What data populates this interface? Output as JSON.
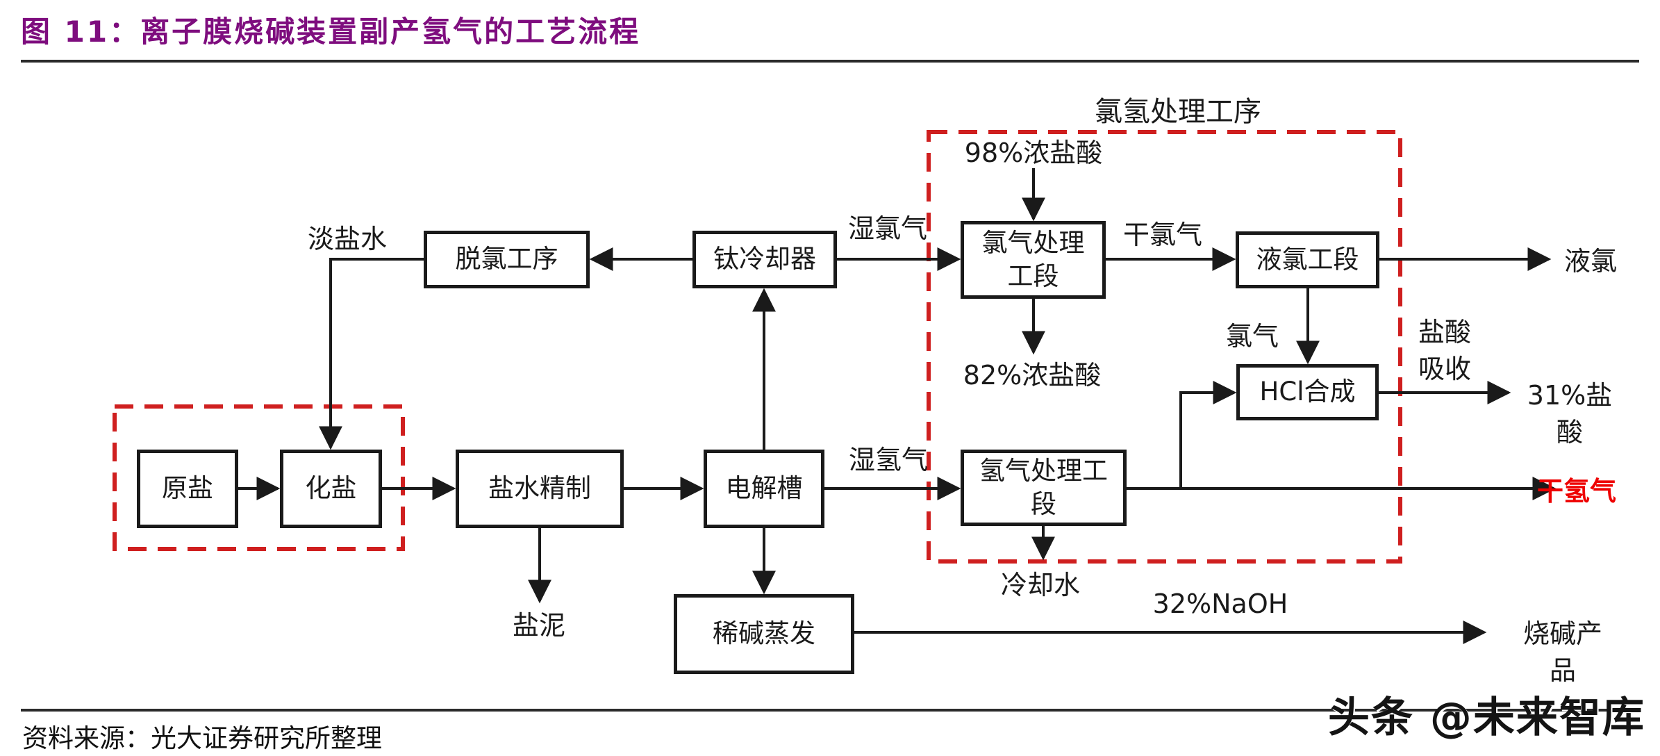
{
  "title": "图 11：离子膜烧碱装置副产氢气的工艺流程",
  "source": "资料来源：光大证券研究所整理",
  "watermark": "头条 @未来智库",
  "colors": {
    "title_purple": "#7E0D7E",
    "dashed_red": "#CF1F1F",
    "highlight_red": "#EE0000",
    "line_black": "#1A1A1A"
  },
  "diagram": {
    "region_label": "氯氢处理工序",
    "boxes": {
      "raw_salt": "原盐",
      "dissolve_salt": "化盐",
      "brine_refining": "盐水精制",
      "electrolyzer": "电解槽",
      "dechlorination": "脱氯工序",
      "ti_cooler": "钛冷却器",
      "cl2_treatment": "氯气处理\n工段",
      "liquid_cl2": "液氯工段",
      "hcl_synthesis": "HCl合成",
      "h2_treatment": "氢气处理工\n段",
      "dilute_alkali_evap": "稀碱蒸发"
    },
    "labels": {
      "dilute_brine": "淡盐水",
      "wet_cl2": "湿氯气",
      "dry_cl2": "干氯气",
      "liquid_cl2_out": "液氯",
      "hcl98": "98%浓盐酸",
      "hcl82": "82%浓盐酸",
      "cl2": "氯气",
      "hcl_absorb": "盐酸\n吸收",
      "hcl31": "31%盐酸",
      "wet_h2": "湿氢气",
      "dry_h2": "干氢气",
      "cooling_water": "冷却水",
      "naoh32": "32%NaOH",
      "salt_mud": "盐泥",
      "caustic_product": "烧碱产品"
    }
  }
}
